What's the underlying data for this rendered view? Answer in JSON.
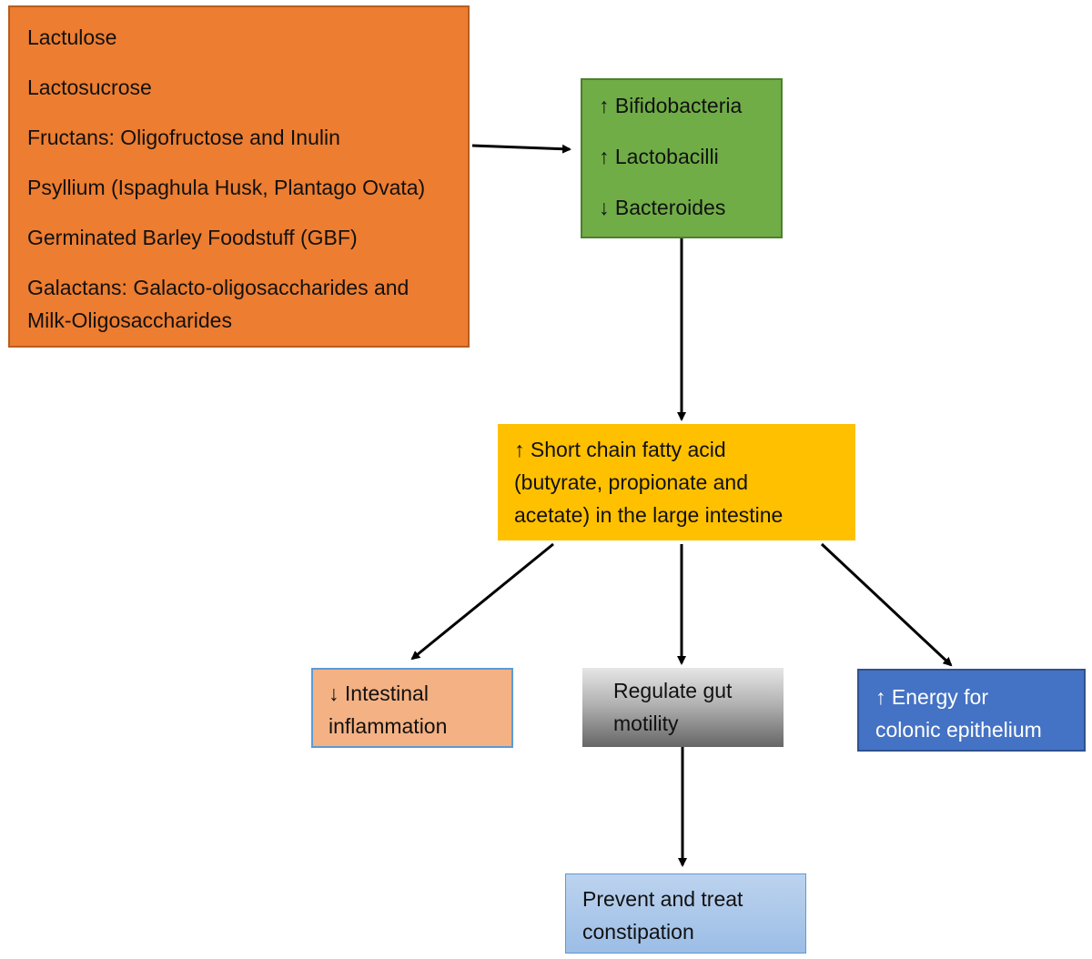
{
  "prebiotics": {
    "items": [
      [
        "Lactulose"
      ],
      [
        "Lactosucrose"
      ],
      [
        "Fructans: Oligofructose and Inulin"
      ],
      [
        "Psyllium (Ispaghula Husk, Plantago Ovata)"
      ],
      [
        "Germinated Barley Foodstuff (GBF)"
      ],
      [
        "Galactans: Galacto-oligosaccharides and",
        "Milk-Oligosaccharides"
      ]
    ]
  },
  "bacteria": {
    "items": [
      "↑ Bifidobacteria",
      "↑ Lactobacilli",
      "↓ Bacteroides"
    ]
  },
  "scfa": {
    "lines": [
      "↑ Short chain fatty acid",
      "(butyrate, propionate and",
      "acetate) in the large intestine"
    ]
  },
  "inflammation": {
    "lines": [
      "↓ Intestinal",
      "inflammation"
    ]
  },
  "motility": {
    "lines": [
      "Regulate gut",
      "motility"
    ]
  },
  "energy": {
    "lines": [
      "↑ Energy for",
      "colonic epithelium"
    ]
  },
  "constipation": {
    "lines": [
      "Prevent and treat",
      "constipation"
    ]
  },
  "colors": {
    "prebiotics": "#ed7d31",
    "bacteria": "#70ad47",
    "scfa": "#ffc000",
    "inflammation": "#f4b183",
    "motility": "#808080",
    "energy": "#4472c4",
    "constipation": "#9cbde6",
    "arrow": "#000000"
  }
}
